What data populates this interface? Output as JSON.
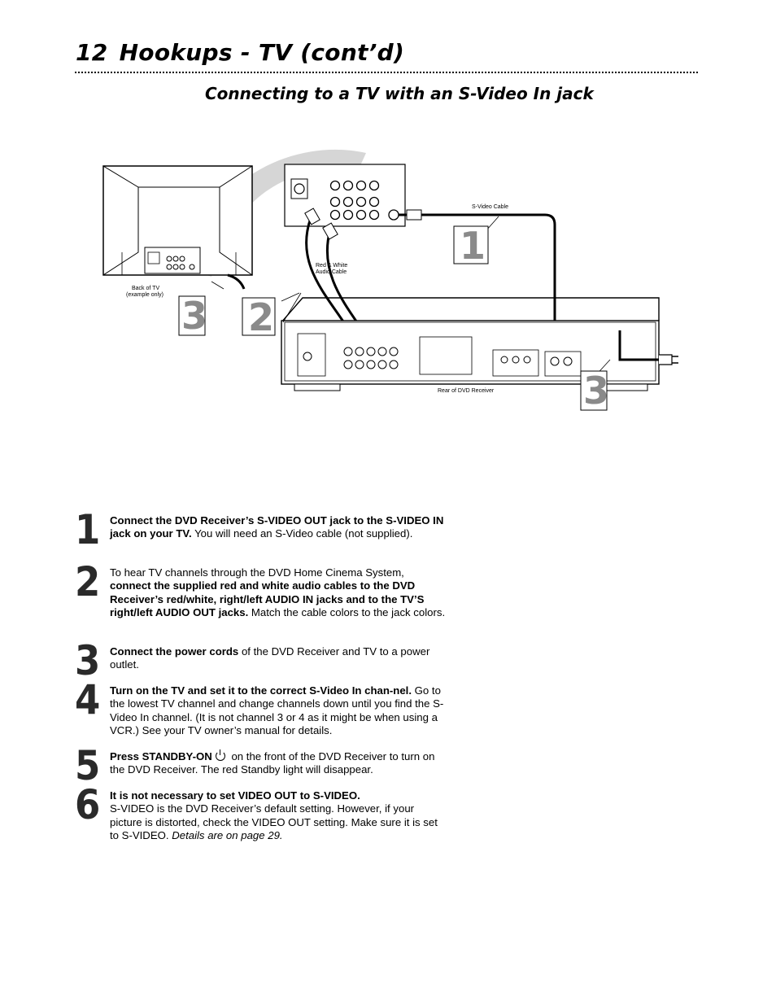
{
  "header": {
    "page_number": "12",
    "title": "Hookups - TV (cont’d)"
  },
  "section_title": "Connecting to a TV with an S-Video In jack",
  "diagram": {
    "labels": {
      "svideo_cable": "S-Video Cable",
      "red_white_line1": "Red & White",
      "red_white_line2": "Audio Cable",
      "back_of_tv_line1": "Back of TV",
      "back_of_tv_line2": "(example only)",
      "rear_dvd": "Rear of DVD Receiver"
    },
    "callouts": [
      "1",
      "2",
      "3",
      "3"
    ]
  },
  "steps": [
    {
      "num": "1",
      "bold": "Connect the DVD Receiver’s S-VIDEO OUT jack to the S-VIDEO IN jack on your TV.",
      "text": " You will need an S-Video cable (not supplied)."
    },
    {
      "num": "2",
      "pre": "To hear TV channels through the DVD Home Cinema System, ",
      "bold": "connect the supplied red and white audio cables to the DVD Receiver’s red/white, right/left AUDIO IN jacks and to the TV’S right/left AUDIO OUT jacks.",
      "text": " Match the cable colors to the jack colors."
    },
    {
      "num": "3",
      "bold": "Connect the power cords",
      "text": " of the DVD Receiver and TV to a power outlet."
    },
    {
      "num": "4",
      "bold": "Turn on the TV and set it to the correct S-Video In chan-nel.",
      "text": "  Go to the lowest TV channel and change channels down until you find the S-Video In channel. (It is not channel 3 or 4 as it might be when using a VCR.) See your TV owner’s manual for details."
    },
    {
      "num": "5",
      "bold": "Press STANDBY-ON",
      "text": " on the front of the DVD Receiver to turn on the DVD Receiver. The red Standby light will disappear."
    },
    {
      "num": "6",
      "bold": "It is not necessary to set VIDEO OUT to S-VIDEO.",
      "text": "S-VIDEO is the DVD Receiver’s default setting. However, if your picture is distorted, check the VIDEO OUT setting. Make sure it is set to S-VIDEO. ",
      "italic": "Details are on page 29."
    }
  ]
}
